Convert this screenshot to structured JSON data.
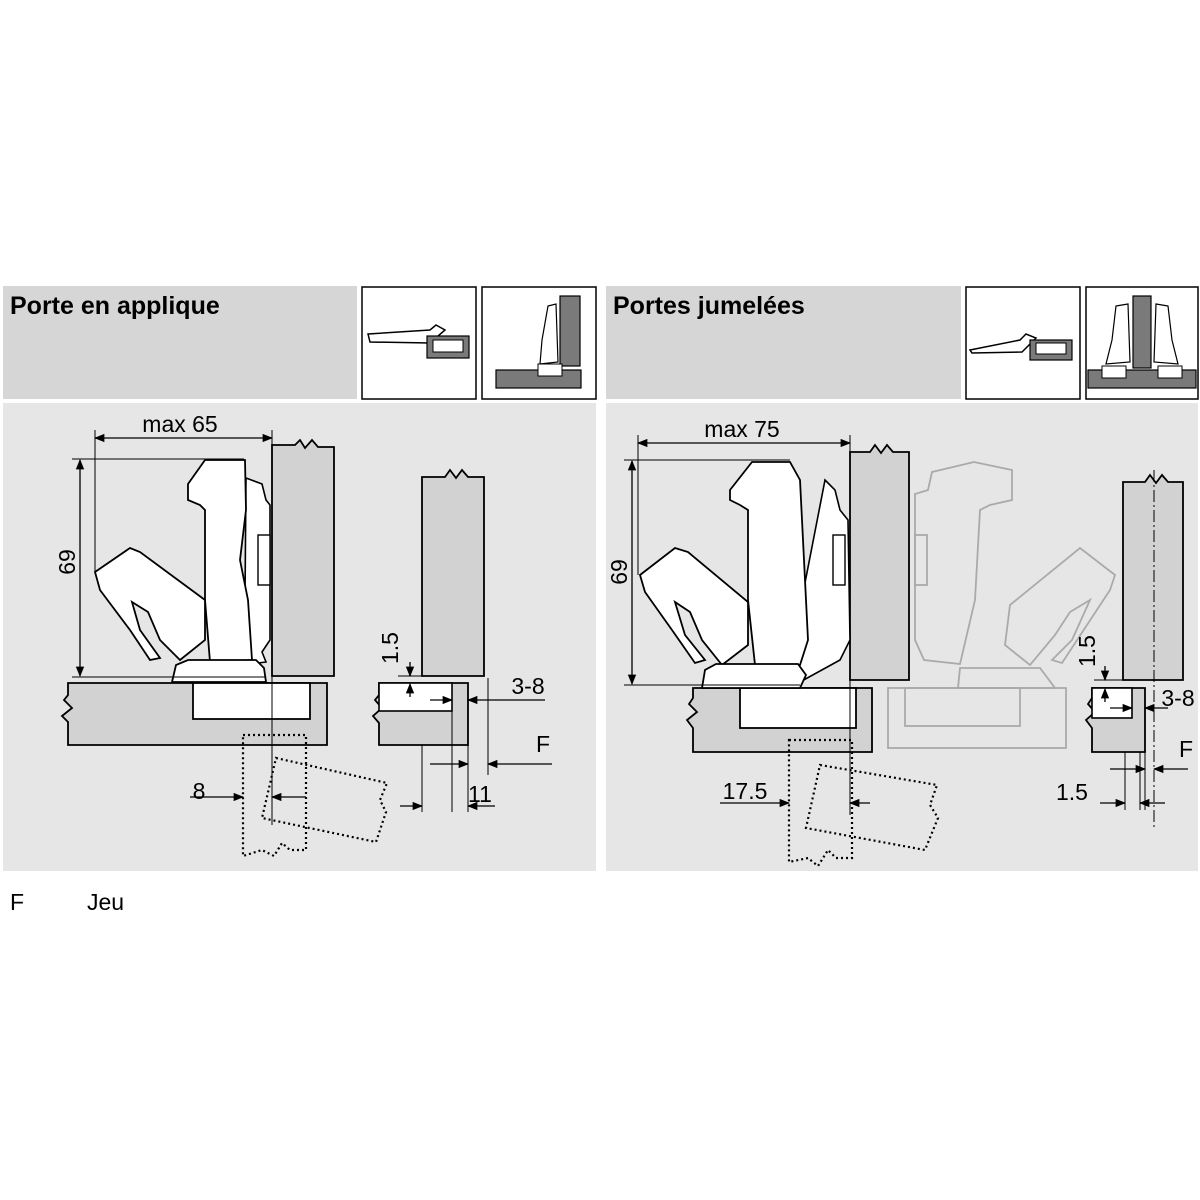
{
  "panels": {
    "left": {
      "title": "Porte en applique",
      "dims": {
        "width": "max 65",
        "height": "69",
        "gap_top": "1.5",
        "overlay": "3-8",
        "play": "F",
        "offset": "8",
        "thickness": "11"
      }
    },
    "right": {
      "title": "Portes jumelées",
      "dims": {
        "width": "max 75",
        "height": "69",
        "gap_top": "1.5",
        "overlay": "3-8",
        "play": "F",
        "offset": "17.5",
        "gap_bottom": "1.5"
      }
    }
  },
  "legend": {
    "key": "F",
    "label": "Jeu"
  },
  "colors": {
    "panel_bg": "#e6e6e6",
    "header_bg": "#d6d6d6",
    "wood": "#d2d2d2",
    "dark": "#7a7a7a",
    "ghost": "#aaaaaa"
  }
}
